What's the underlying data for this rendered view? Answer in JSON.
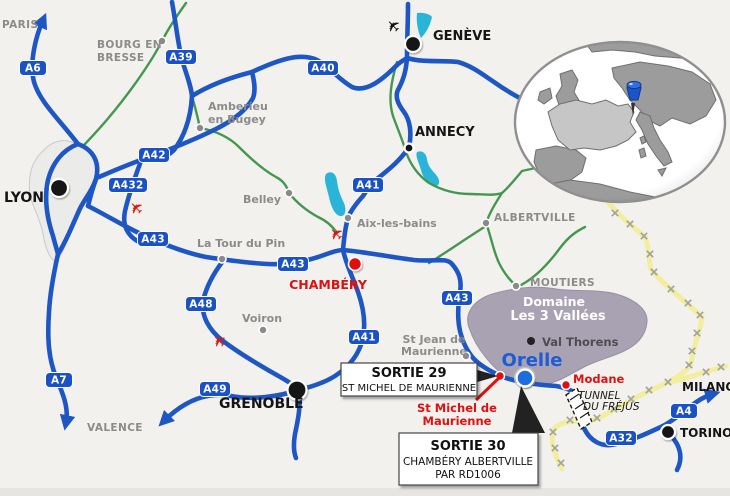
{
  "colors": {
    "motorway_blue": "#1e57c4",
    "badge_blue": "#1a52c5",
    "secondary_road_green": "#44974f",
    "border_yellow": "#f2ee9d",
    "lake_cyan": "#2ab5d8",
    "urban_gray": "#ebebe9",
    "domain_purple": "#a9a2b2",
    "highlight_red": "#e01010",
    "town_label_gray": "#8b8b8b",
    "orelle_blue": "#1c5cd4"
  },
  "icons": {
    "airplane": "✈"
  },
  "badges": {
    "a4": "A4",
    "a6": "A6",
    "a7": "A7",
    "a32": "A32",
    "a39": "A39",
    "a40": "A40",
    "a41": "A41",
    "a42": "A42",
    "a43": "A43",
    "a48": "A48",
    "a49": "A49",
    "a432": "A432"
  },
  "cities": {
    "paris": "PARIS",
    "lyon": "LYON",
    "geneve": "GENÈVE",
    "annecy": "ANNECY",
    "grenoble": "GRENOBLE",
    "valence": "VALENCE",
    "milano": "MILANO",
    "torino": "TORINO",
    "chambery": "CHAMBÉRY"
  },
  "towns": {
    "bourg_en_bresse": {
      "line1": "BOURG EN",
      "line2": "BRESSE"
    },
    "amberieu": {
      "line1": "Amberieu",
      "line2": "en Bugey"
    },
    "belley": "Belley",
    "aix_les_bains": "Aix-les-bains",
    "la_tour_du_pin": "La Tour du Pin",
    "voiron": "Voiron",
    "albertville": "ALBERTVILLE",
    "moutiers": "MOUTIERS",
    "st_jean": {
      "line1": "St Jean de",
      "line2": "Maurienne"
    },
    "val_thorens": "Val Thorens",
    "modane": "Modane",
    "st_michel": {
      "line1": "St Michel de",
      "line2": "Maurienne"
    }
  },
  "ski_domain": {
    "line1": "Domaine",
    "line2": "Les 3 Vallées",
    "resort": "Orelle"
  },
  "tunnel": {
    "line1": "TUNNEL",
    "line2": "DU FRÉJUS"
  },
  "exits": {
    "sortie29": {
      "title": "SORTIE 29",
      "line2": "ST MICHEL DE MAURIENNE"
    },
    "sortie30": {
      "title": "SORTIE 30",
      "line2": "CHAMBÉRY ALBERTVILLE",
      "line3": "PAR RD1006"
    }
  }
}
